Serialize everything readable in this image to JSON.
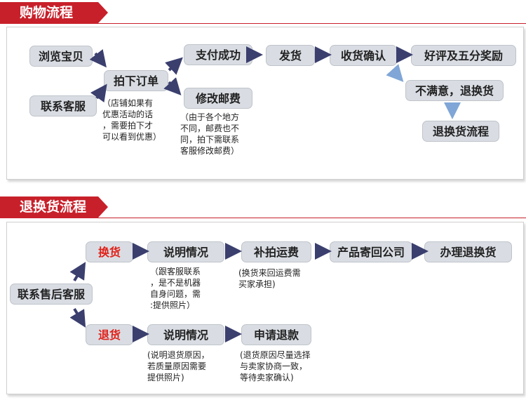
{
  "section1": {
    "title": "购物流程",
    "steps": {
      "browse": "浏览宝贝",
      "contact_service": "联系客服",
      "place_order": "拍下订单",
      "pay_success": "支付成功",
      "modify_postage": "修改邮费",
      "ship": "发货",
      "confirm_receipt": "收货确认",
      "good_review": "好评及五分奖励",
      "unsatisfied": "不满意，退换货",
      "return_flow": "退换货流程"
    },
    "notes": {
      "order_note": "（店铺如果有\n优惠活动的话\n，需要拍下才\n可以看到优惠）",
      "postage_note": "（由于各个地方\n不同，邮费也不\n同，拍下需联系\n客服修改邮费）"
    }
  },
  "section2": {
    "title": "退换货流程",
    "steps": {
      "after_sales": "联系售后客服",
      "exchange": "换货",
      "refund": "退货",
      "explain_1": "说明情况",
      "explain_2": "说明情况",
      "pay_shipping": "补拍运费",
      "send_back": "产品寄回公司",
      "process_return": "办理退换货",
      "apply_refund": "申请退款"
    },
    "notes": {
      "explain_note_1": "（跟客服联系\n，是不是机器\n自身问题，需\n:提供照片）",
      "shipping_note": "(换货来回运费需\n买家承担)",
      "explain_note_2": "(说明退货原因，\n若质量原因需要\n提供照片)",
      "refund_note": "(退货原因尽量选择\n与卖家协商一致，\n等待卖家确认)"
    }
  },
  "colors": {
    "header_red": "#c8202a",
    "box_fill": "#d9dde3",
    "arrow_navy": "#3a3f6e",
    "arrow_blue": "#7fa6d6",
    "highlight_red": "#e0221a"
  }
}
